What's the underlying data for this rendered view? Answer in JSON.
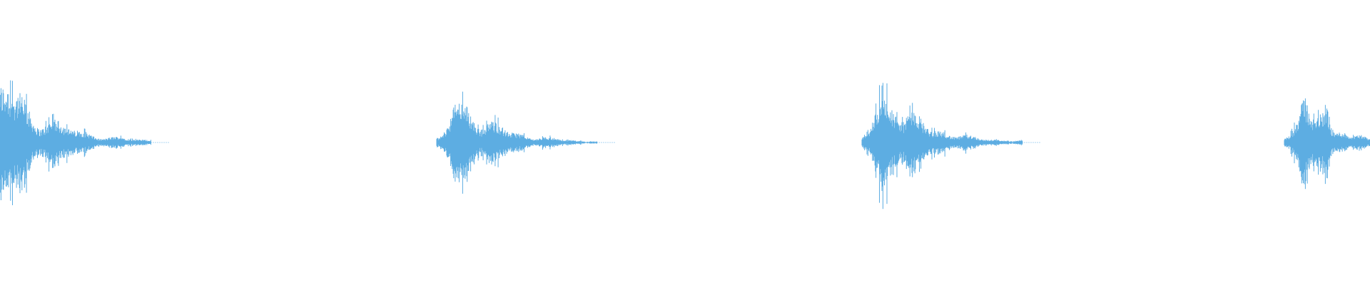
{
  "waveform": {
    "color": "#5DADE2",
    "background": "#FFFFFF",
    "burst_count": 4,
    "bursts": [
      {
        "onset": 0.0,
        "decay": "long",
        "peak": 0.6
      },
      {
        "onset": 0.32,
        "decay": "long",
        "peak": 0.48
      },
      {
        "onset": 0.63,
        "decay": "long",
        "peak": 0.58
      },
      {
        "onset": 0.94,
        "decay": "cut",
        "peak": 0.5
      }
    ]
  }
}
